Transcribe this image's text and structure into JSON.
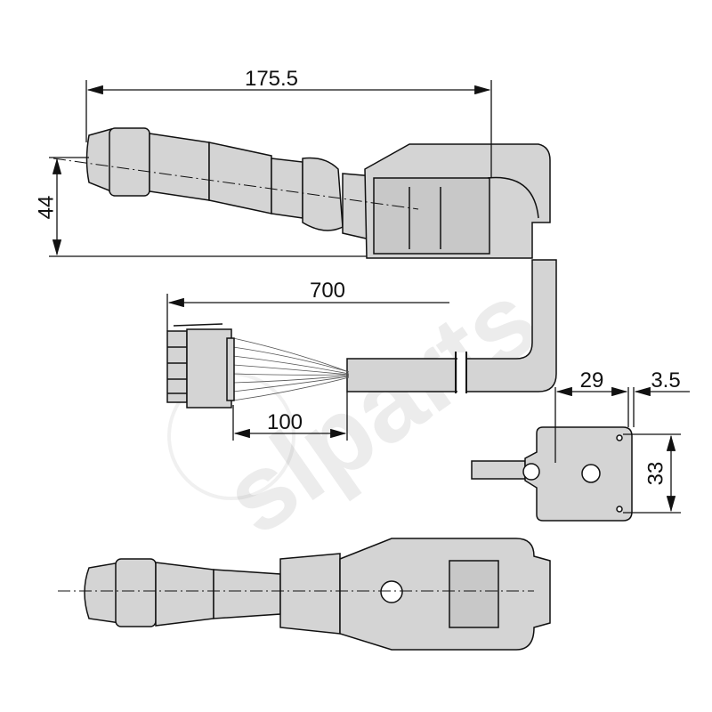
{
  "dimensions": {
    "overall_length": "175.5",
    "lever_height": "44",
    "cable_length": "700",
    "wire_length": "100",
    "mount_offset": "29",
    "mount_edge": "3.5",
    "mount_height": "33"
  },
  "watermark": "slparts",
  "colors": {
    "part_fill": "#d4d4d4",
    "line": "#111111"
  }
}
